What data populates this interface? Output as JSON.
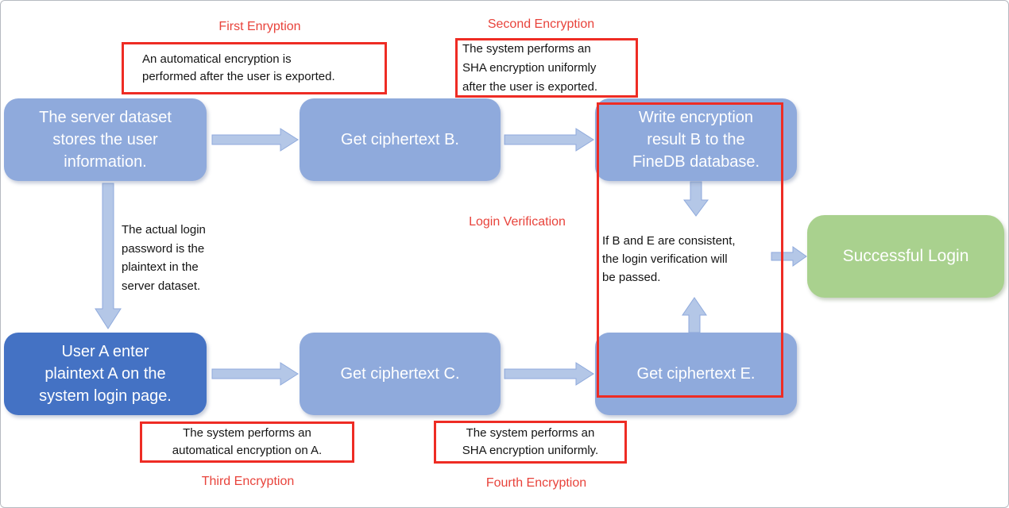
{
  "colors": {
    "box_blue": "#8FAADC",
    "box_dark_blue": "#4472C4",
    "box_green": "#A9D18E",
    "arrow_fill": "#B4C7E7",
    "arrow_stroke": "#8FAADC",
    "red_border": "#EE2C24",
    "red_label": "#E8433B",
    "box_text": "#FFFFFF",
    "note_text": "#141414"
  },
  "flow_boxes": {
    "server": {
      "lines": [
        "The server dataset",
        "stores the user",
        "information."
      ]
    },
    "cipher_b": {
      "text": "Get ciphertext B."
    },
    "write_b": {
      "lines": [
        "Write encryption",
        "result B to the",
        "FineDB database."
      ]
    },
    "user_a": {
      "lines": [
        "User A enter",
        "plaintext A on the",
        "system login page."
      ]
    },
    "cipher_c": {
      "text": "Get ciphertext C."
    },
    "cipher_e": {
      "text": "Get ciphertext E."
    },
    "success": {
      "text": "Successful Login"
    }
  },
  "red_labels": {
    "first": "First Enryption",
    "second": "Second Encryption",
    "third": "Third Encryption",
    "fourth": "Fourth Encryption",
    "login_verification": "Login Verification"
  },
  "annotations": {
    "first_encryption": {
      "lines": [
        "An automatical encryption is",
        "performed after the user is exported."
      ]
    },
    "second_encryption": {
      "lines": [
        "The system performs an",
        "SHA encryption uniformly",
        "after the user is exported."
      ]
    },
    "third_encryption": {
      "lines": [
        "The system performs an",
        "automatical encryption on A."
      ]
    },
    "fourth_encryption": {
      "lines": [
        "The system performs an",
        "SHA encryption uniformly."
      ]
    }
  },
  "notes": {
    "login_password": {
      "lines": [
        "The actual login",
        "password is the",
        "plaintext in the",
        "server dataset."
      ]
    },
    "consistency": {
      "lines": [
        "If B and E are consistent,",
        "the login verification will",
        "be passed."
      ]
    }
  }
}
